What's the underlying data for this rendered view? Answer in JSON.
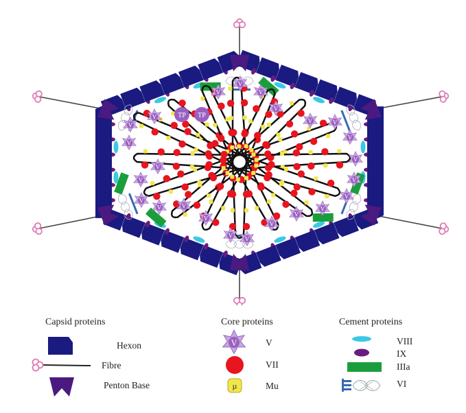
{
  "diagram": {
    "terminal_protein_label": "TP",
    "protein_v_label": "V",
    "mu_label": "µ",
    "colors": {
      "hexon": "#1a1a80",
      "penton_base": "#4b1a80",
      "fibre_knob": "#e07ab5",
      "protein_v": "#b48cd0",
      "protein_vii": "#e8141e",
      "protein_mu": "#f2e64a",
      "protein_viii": "#3cc8e6",
      "protein_ix": "#6a1a80",
      "protein_iiia": "#1a9e3c",
      "protein_vi": "#3a6ab0",
      "dna": "#111111"
    }
  },
  "legend": {
    "capsid": {
      "title": "Capsid proteins",
      "hexon": "Hexon",
      "fibre": "Fibre",
      "penton_base": "Penton Base"
    },
    "core": {
      "title": "Core proteins",
      "v": "V",
      "vii": "VII",
      "mu": "Mu",
      "v_symbol": "V",
      "mu_symbol": "µ"
    },
    "cement": {
      "title": "Cement proteins",
      "viii": "VIII",
      "ix": "IX",
      "iiia": "IIIa",
      "vi": "VI"
    }
  }
}
